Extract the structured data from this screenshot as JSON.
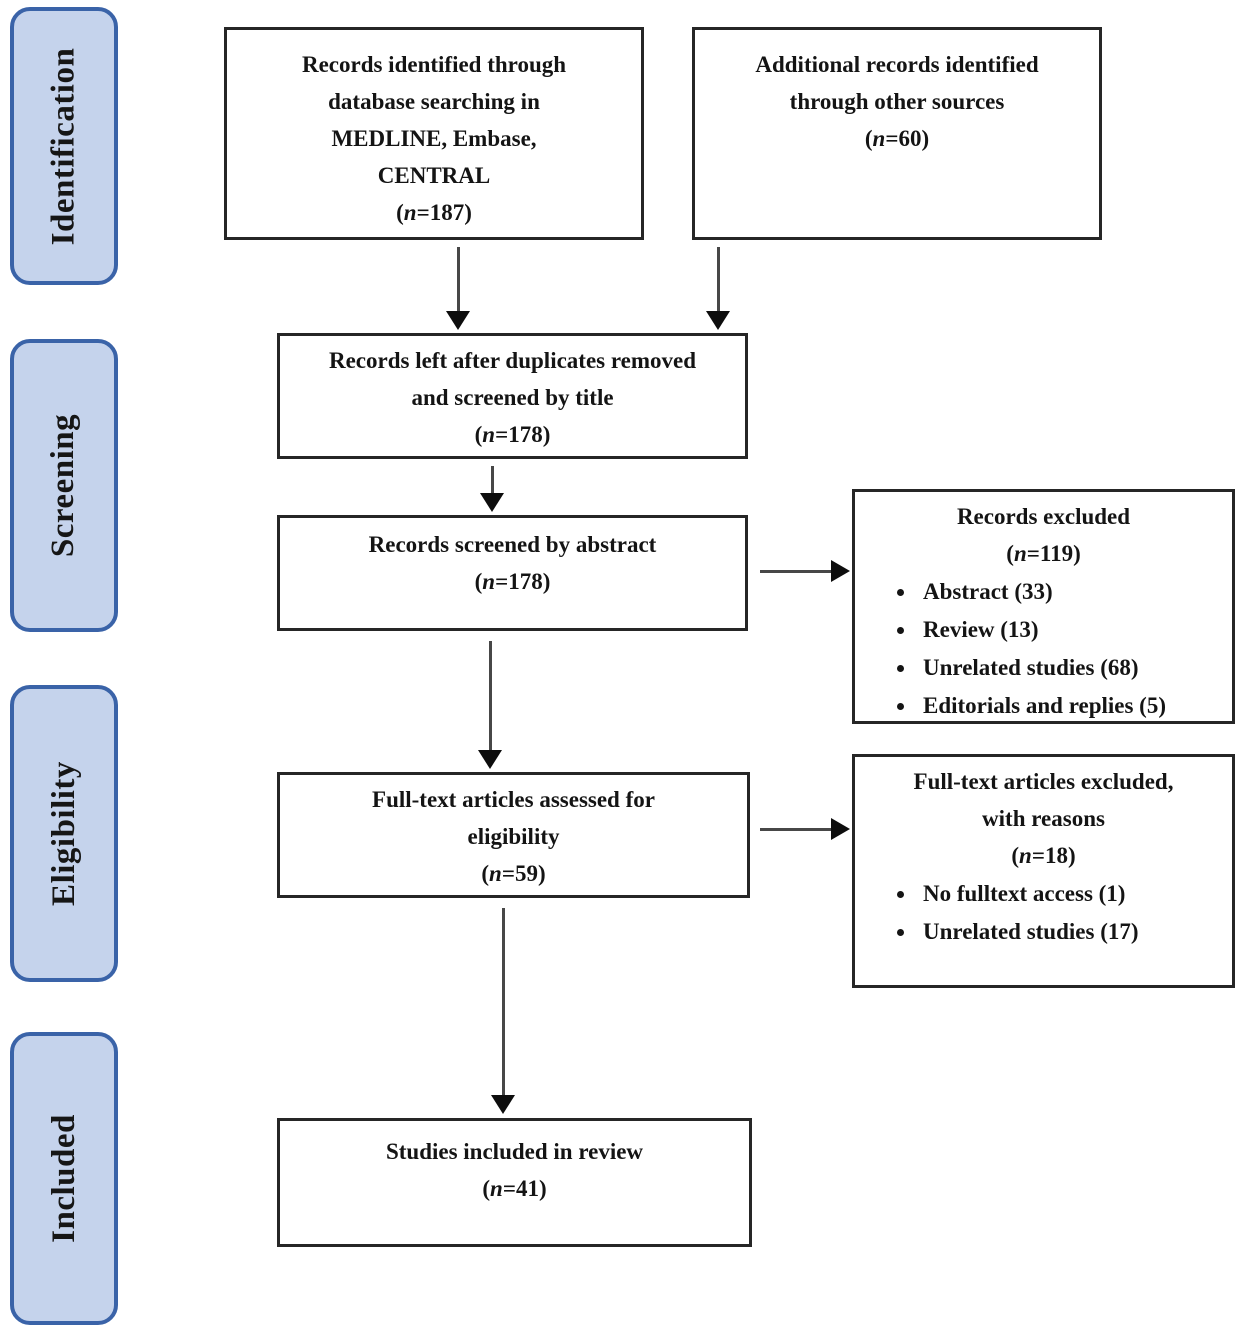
{
  "sidebar": {
    "fill_color": "#c5d3ec",
    "border_color": "#3a63a8",
    "stages": [
      {
        "label": "Identification"
      },
      {
        "label": "Screening"
      },
      {
        "label": "Eligibility"
      },
      {
        "label": "Included"
      }
    ]
  },
  "flow": {
    "identified": {
      "lines": [
        "Records identified through",
        "database searching in",
        "MEDLINE, Embase,",
        "CENTRAL"
      ],
      "n": "187"
    },
    "additional": {
      "lines": [
        "Additional records identified",
        "through other sources"
      ],
      "n": "60"
    },
    "deduplicated": {
      "lines": [
        "Records left after duplicates removed",
        "and screened by title"
      ],
      "n": "178"
    },
    "abstract_screened": {
      "lines": [
        "Records screened by abstract"
      ],
      "n": "178"
    },
    "records_excluded": {
      "title_lines": [
        "Records excluded"
      ],
      "n": "119",
      "bullets": [
        "Abstract (33)",
        "Review (13)",
        "Unrelated studies (68)",
        "Editorials and replies (5)"
      ]
    },
    "fulltext_assessed": {
      "lines": [
        "Full-text articles assessed for",
        "eligibility"
      ],
      "n": "59"
    },
    "fulltext_excluded": {
      "title_lines": [
        "Full-text articles excluded,",
        "with reasons"
      ],
      "n": "18",
      "bullets": [
        "No fulltext access (1)",
        "Unrelated studies (17)"
      ]
    },
    "included_review": {
      "lines": [
        "Studies included in review"
      ],
      "n": "41"
    }
  }
}
